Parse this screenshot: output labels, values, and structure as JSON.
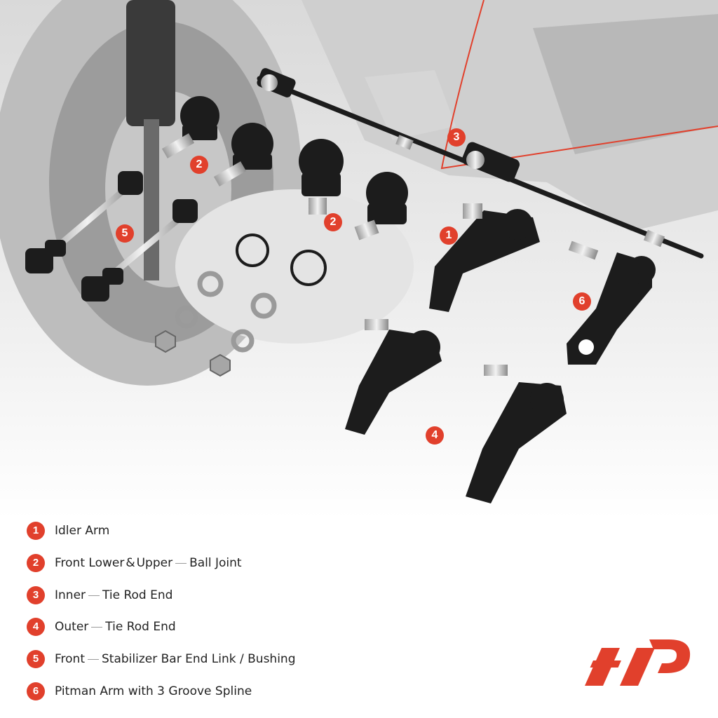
{
  "callouts": [
    {
      "number": "1",
      "part": "idler-arm"
    },
    {
      "number": "2",
      "part": "ball-joint-a"
    },
    {
      "number": "2",
      "part": "ball-joint-b"
    },
    {
      "number": "3",
      "part": "inner-tie-rod"
    },
    {
      "number": "4",
      "part": "outer-tie-rod"
    },
    {
      "number": "5",
      "part": "stabilizer-link"
    },
    {
      "number": "6",
      "part": "pitman-arm"
    }
  ],
  "legend": [
    {
      "number": "1",
      "text_a": "Idler Arm"
    },
    {
      "number": "2",
      "text_a": "Front Lower",
      "text_b": "&",
      "text_c": "Upper",
      "text_d": "Ball Joint"
    },
    {
      "number": "3",
      "text_a": "Inner",
      "text_b": "Tie Rod End"
    },
    {
      "number": "4",
      "text_a": "Outer",
      "text_b": "Tie Rod End"
    },
    {
      "number": "5",
      "text_a": "Front",
      "text_b": "Stabilizer Bar End Link / Bushing"
    },
    {
      "number": "6",
      "text_a": "Pitman Arm with 3 Groove Spline"
    }
  ],
  "colors": {
    "accent": "#e1402c",
    "part": "#1c1c1c",
    "background": "#ffffff"
  },
  "icons": {
    "logo": "brand-logo-icon"
  }
}
